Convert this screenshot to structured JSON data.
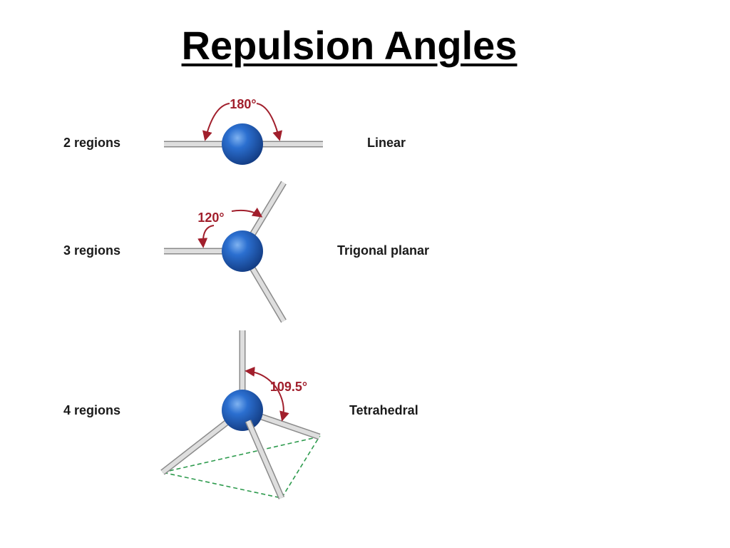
{
  "title": "Repulsion Angles",
  "colors": {
    "atom": "#1f5bb5",
    "bond": "#c8c8c8",
    "angle_arc": "#a11f2c",
    "base_dash": "#2e9b4e"
  },
  "rows": [
    {
      "regions": "2 regions",
      "angle": "180°",
      "geometry": "Linear"
    },
    {
      "regions": "3 regions",
      "angle": "120°",
      "geometry": "Trigonal planar"
    },
    {
      "regions": "4 regions",
      "angle": "109.5°",
      "geometry": "Tetrahedral"
    }
  ]
}
